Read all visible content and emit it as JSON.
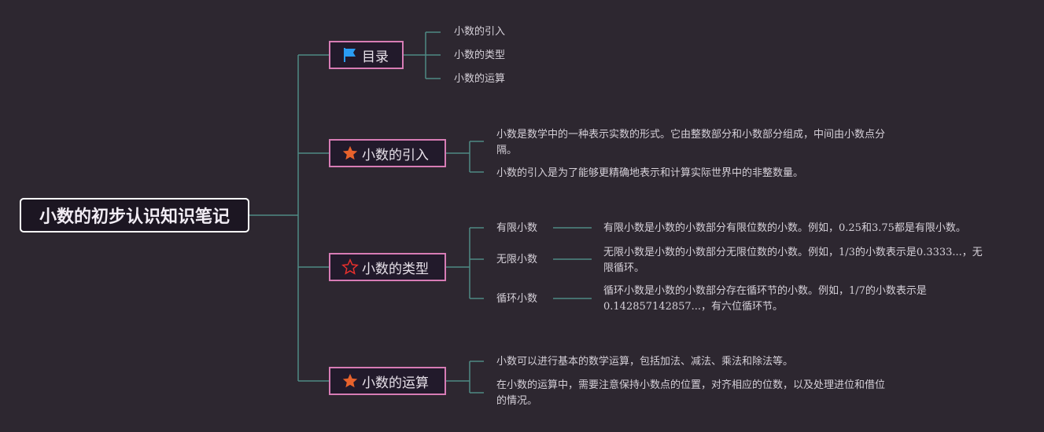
{
  "root": {
    "title": "小数的初步认识知识笔记"
  },
  "branches": [
    {
      "label": "目录",
      "icon": "flag-icon",
      "children": [
        "小数的引入",
        "小数的类型",
        "小数的运算"
      ]
    },
    {
      "label": "小数的引入",
      "icon": "star-filled-icon",
      "children": [
        "小数是数学中的一种表示实数的形式。它由整数部分和小数部分组成，中间由小数点分隔。",
        "小数的引入是为了能够更精确地表示和计算实际世界中的非整数量。"
      ]
    },
    {
      "label": "小数的类型",
      "icon": "star-outline-icon",
      "children": [
        {
          "label": "有限小数",
          "desc": "有限小数是小数的小数部分有限位数的小数。例如，0.25和3.75都是有限小数。"
        },
        {
          "label": "无限小数",
          "desc": "无限小数是小数的小数部分无限位数的小数。例如，1/3的小数表示是0.3333...，无限循环。"
        },
        {
          "label": "循环小数",
          "desc": "循环小数是小数的小数部分存在循环节的小数。例如，1/7的小数表示是0.142857142857...，有六位循环节。"
        }
      ]
    },
    {
      "label": "小数的运算",
      "icon": "star-filled-icon",
      "children": [
        "小数可以进行基本的数学运算，包括加法、减法、乘法和除法等。",
        "在小数的运算中，需要注意保持小数点的位置，对齐相应的位数，以及处理进位和借位的情况。"
      ]
    }
  ],
  "colors": {
    "background": "#2d2730",
    "connector": "#4f8a84",
    "branch_border": "#d77cb5",
    "root_border": "#ffffff",
    "flag": "#2a9df4",
    "star": "#e8622c"
  }
}
